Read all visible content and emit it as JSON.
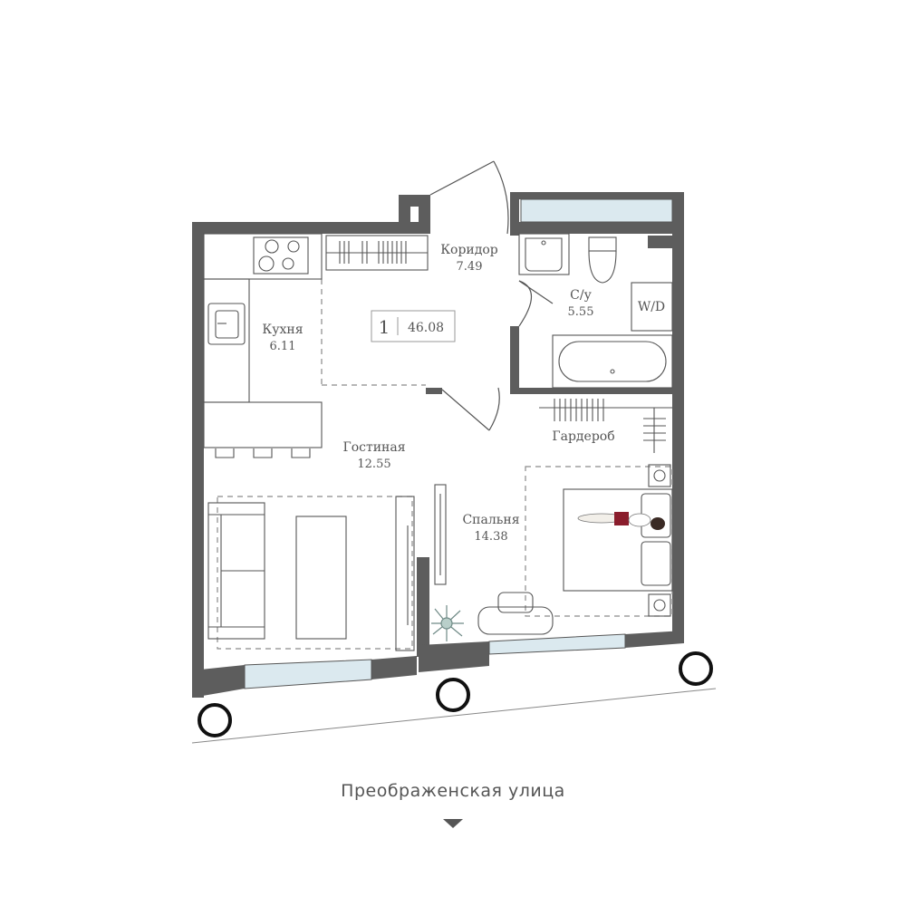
{
  "apartment": {
    "rooms_count": "1",
    "total_area": "46.08"
  },
  "rooms": {
    "corridor": {
      "name": "Коридор",
      "area": "7.49"
    },
    "bathroom": {
      "name": "С/у",
      "area": "5.55"
    },
    "kitchen": {
      "name": "Кухня",
      "area": "6.11"
    },
    "living": {
      "name": "Гостиная",
      "area": "12.55"
    },
    "wardrobe": {
      "name": "Гардероб"
    },
    "bedroom": {
      "name": "Спальня",
      "area": "14.38"
    }
  },
  "appliances": {
    "washer_dryer": "W/D"
  },
  "street": {
    "name": "Преображенская улица"
  },
  "colors": {
    "wall": "#5d5d5d",
    "line": "#555555",
    "window": "#dbe9ef",
    "dashed": "#8a8a8a"
  }
}
